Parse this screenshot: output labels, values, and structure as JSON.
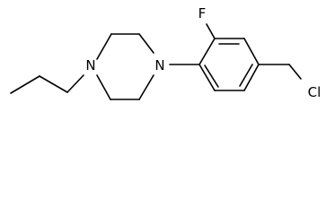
{
  "molecule": {
    "atoms": {
      "n_left": "N",
      "n_right": "N",
      "fluorine": "F",
      "chlorine": "Cl"
    }
  }
}
